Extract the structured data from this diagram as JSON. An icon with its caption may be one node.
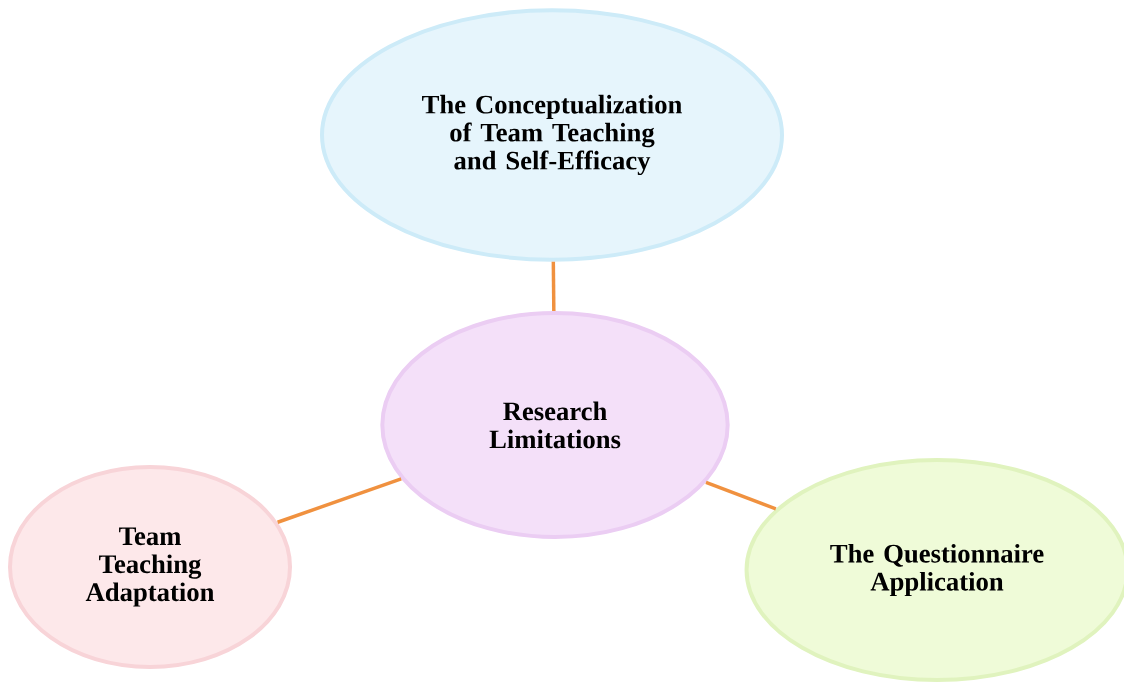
{
  "diagram": {
    "nodes": [
      {
        "text": [
          "The Conceptualization of Team Teaching and Self-Efficacy"
        ]
      },
      {
        "text": [
          "Research Limitations"
        ]
      },
      {
        "text": [
          "Team Teaching Adaptation"
        ]
      },
      {
        "text": [
          "The Questionnaire Application"
        ]
      }
    ],
    "edges": [
      {
        "from": 1,
        "to": 0,
        "arrow": "none"
      },
      {
        "from": 1,
        "to": 2,
        "arrow": "none"
      },
      {
        "from": 1,
        "to": 3,
        "arrow": "none"
      }
    ]
  }
}
